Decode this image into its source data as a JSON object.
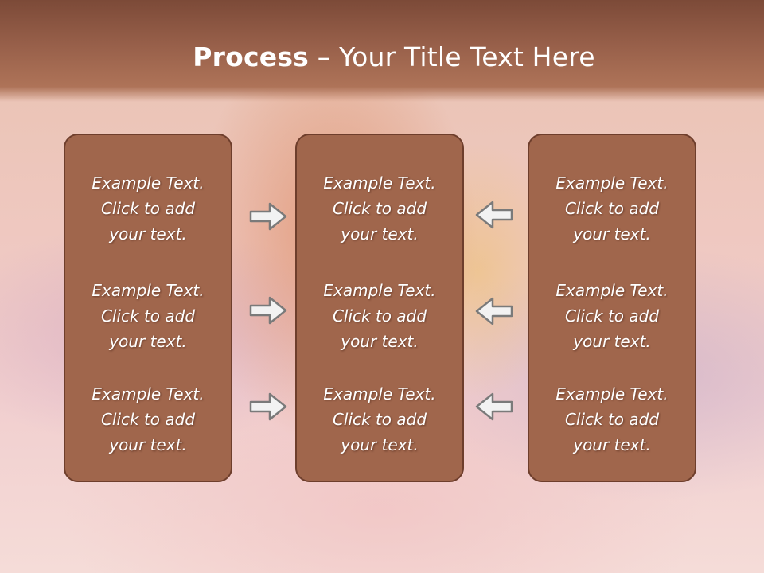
{
  "slide": {
    "title_bold": "Process",
    "title_rest": " – Your Title Text Here"
  },
  "panels": [
    {
      "items": [
        {
          "line1": "Example Text.",
          "line2": "Click  to add",
          "line3": "your text."
        },
        {
          "line1": "Example Text.",
          "line2": "Click  to add",
          "line3": "your text."
        },
        {
          "line1": "Example Text.",
          "line2": "Click  to add",
          "line3": "your text."
        }
      ]
    },
    {
      "items": [
        {
          "line1": "Example Text.",
          "line2": "Click  to add",
          "line3": "your text."
        },
        {
          "line1": "Example Text.",
          "line2": "Click  to add",
          "line3": "your text."
        },
        {
          "line1": "Example Text.",
          "line2": "Click  to add",
          "line3": "your text."
        }
      ]
    },
    {
      "items": [
        {
          "line1": "Example Text.",
          "line2": "Click  to add",
          "line3": "your text."
        },
        {
          "line1": "Example Text.",
          "line2": "Click  to add",
          "line3": "your text."
        },
        {
          "line1": "Example Text.",
          "line2": "Click  to add",
          "line3": "your text."
        }
      ]
    }
  ],
  "arrows": {
    "left_column": "arrow-right-icon",
    "right_column": "arrow-left-icon"
  },
  "colors": {
    "header": "#98604a",
    "panel_fill": "#a0664c",
    "panel_border": "#6e3e2c",
    "text": "#ffffff",
    "arrow_fill": "#f2f2f2",
    "arrow_stroke": "#7a7a7a"
  }
}
